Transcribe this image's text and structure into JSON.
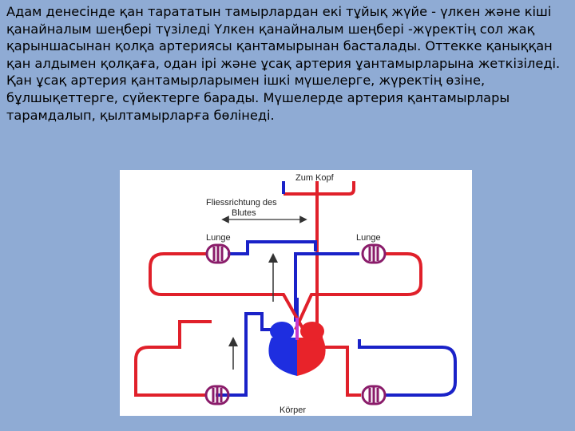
{
  "slide": {
    "paragraph": "Адам денесінде қан тарататын тамырлардан екі тұйық жүйе - үлкен және кіші қанайналым шеңбері түзіледі Үлкен қанайналым шеңбері -жүректің сол жақ қарыншасынан қолқа артериясы қантамырынан басталады. Оттекке қаныққан қан алдымен қолқаға, одан ірі және ұсақ артерия ұантамырларына жеткізіледі. Қан ұсақ артерия қантамырларымен ішкі мүшелерге, жүректің өзіне, бұлшықеттерге, сүйектерге барады. Мүшелерде артерия қантамырлары тарамдалып, қылтамырларға бөлінеді."
  },
  "diagram": {
    "label_head": "Zum Kopf",
    "label_flow_line1": "Fliessrichtung des",
    "label_flow_line2": "Blutes",
    "label_lung_left": "Lunge",
    "label_lung_right": "Lunge",
    "label_body": "Körper",
    "colors": {
      "arterial": "#e0202a",
      "venous": "#1a22c8",
      "capillary": "#8a1c6a",
      "heart_left": "#e8232a",
      "heart_right": "#1e2ee0"
    }
  }
}
